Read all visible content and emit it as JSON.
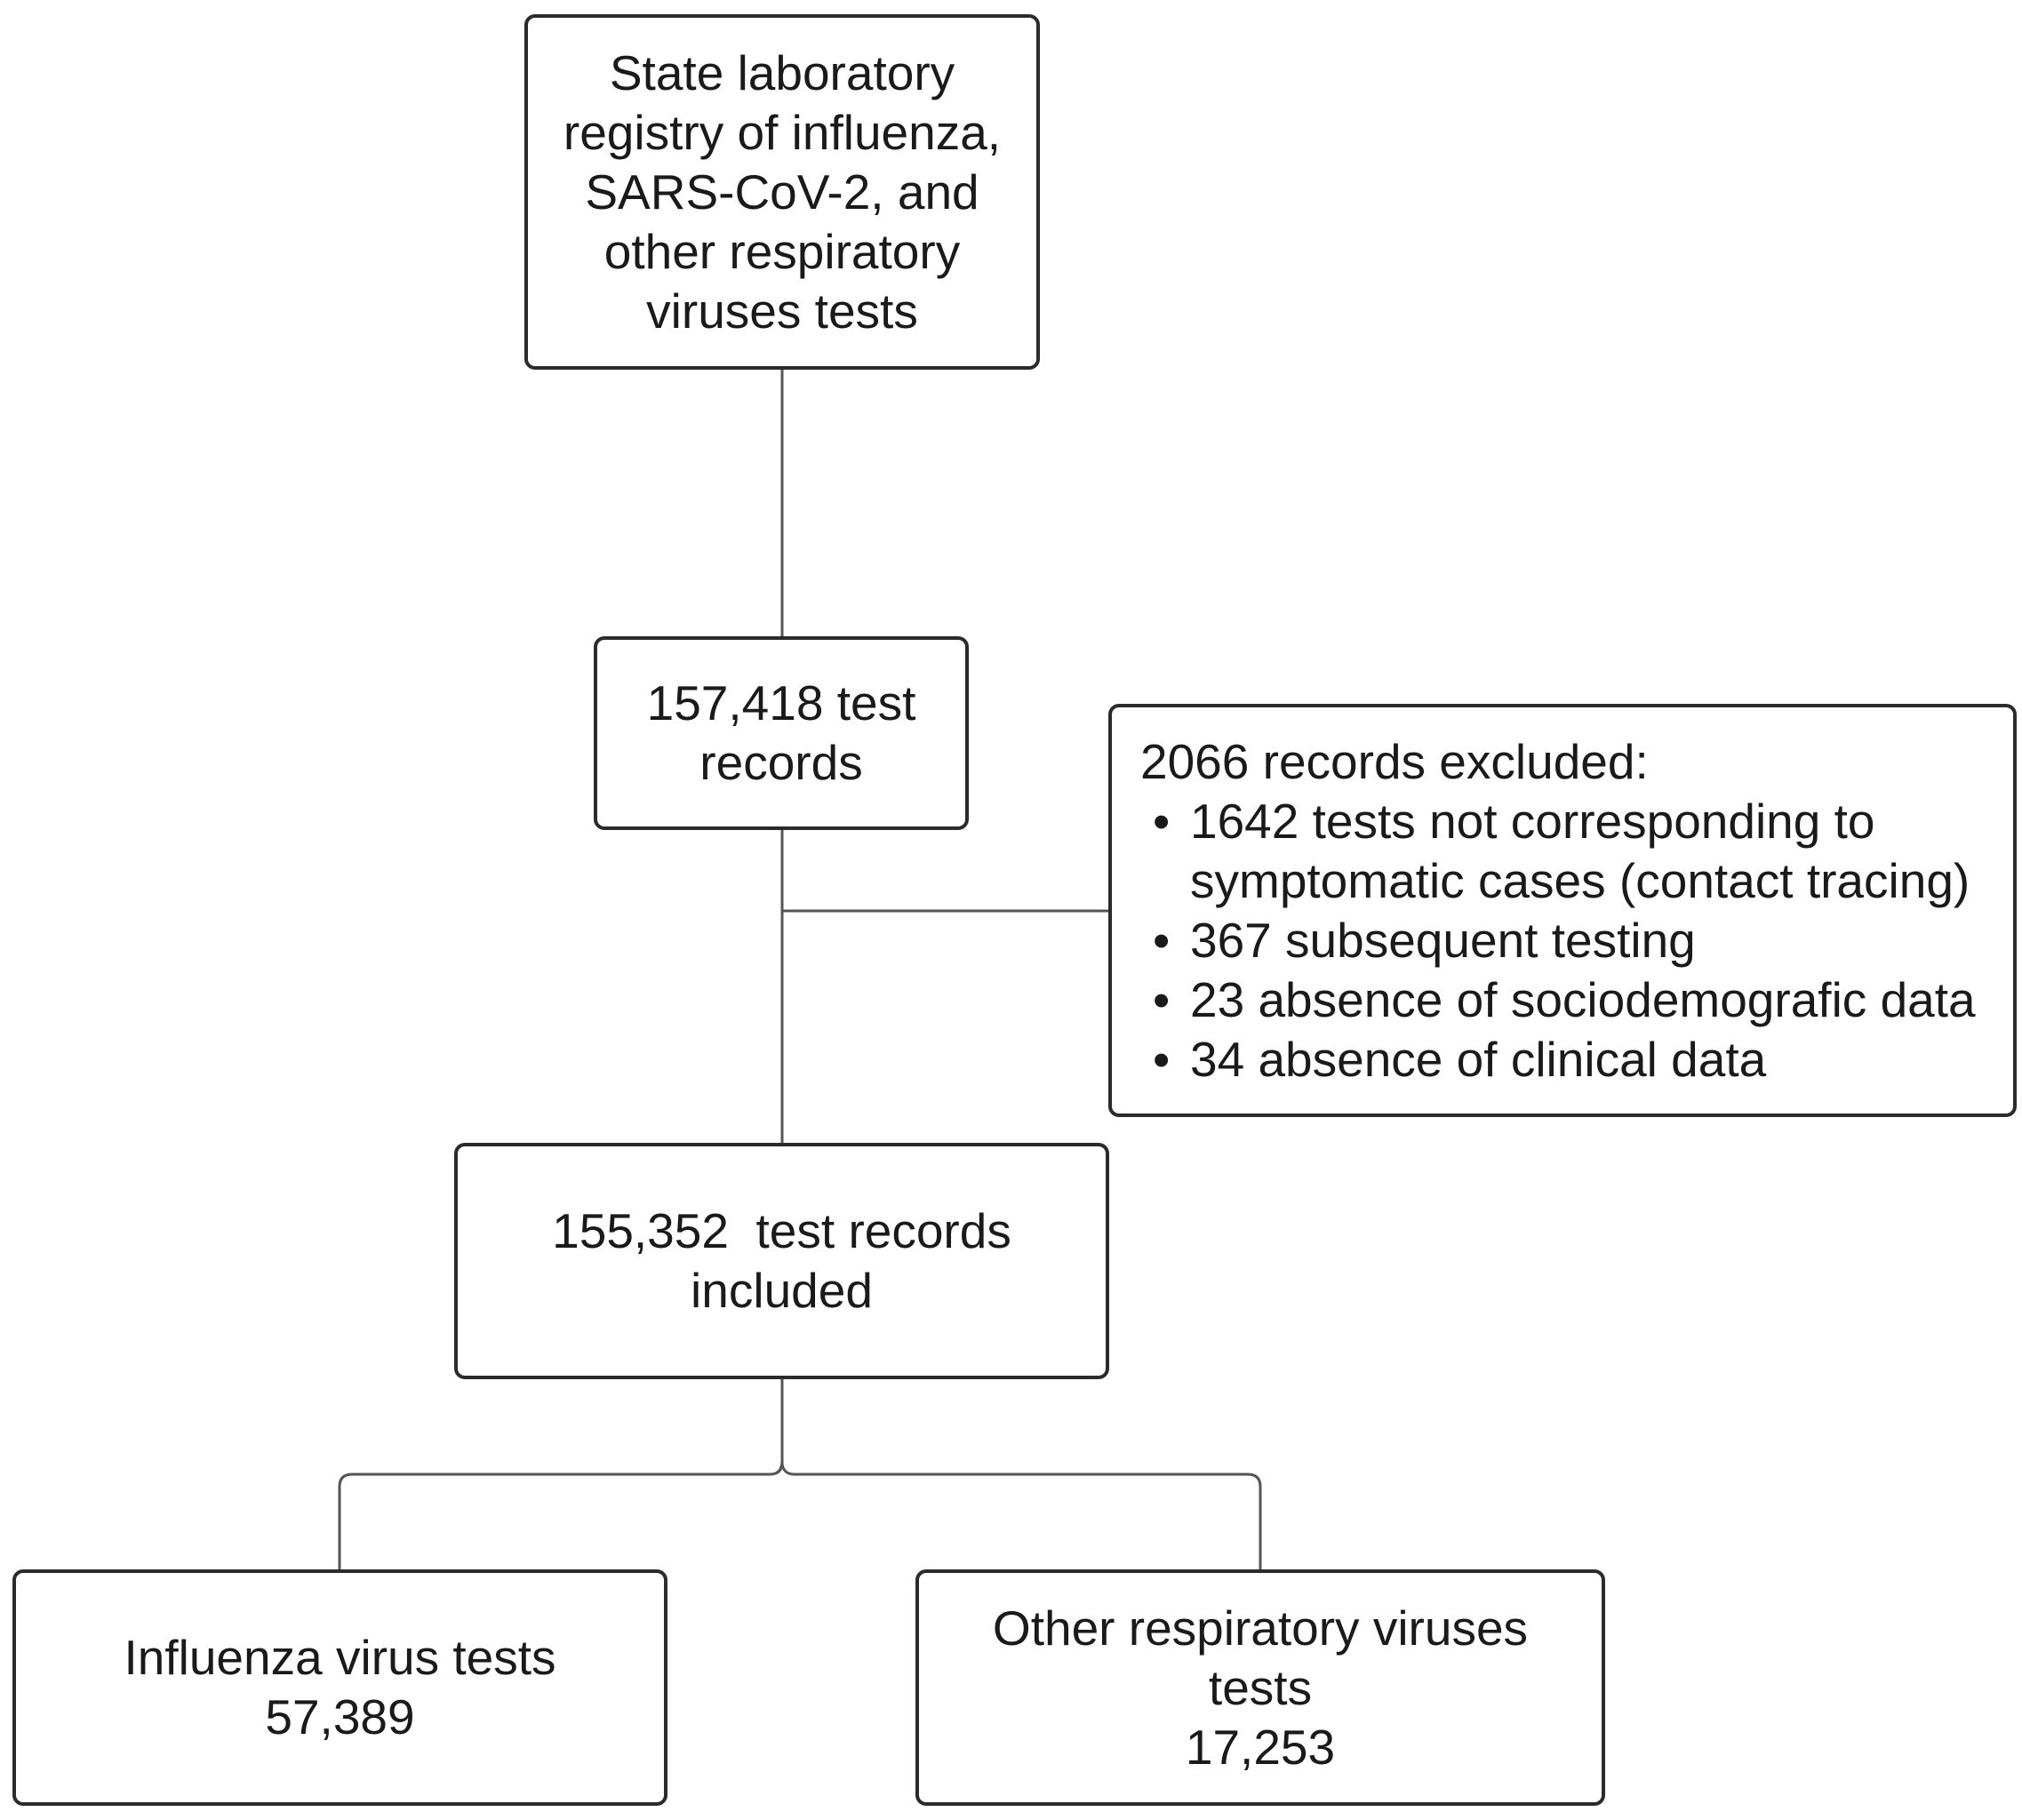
{
  "diagram": {
    "type": "flowchart",
    "source_box": {
      "lines": [
        "State laboratory",
        "registry of influenza,",
        "SARS-CoV-2, and",
        "other respiratory",
        "viruses tests"
      ]
    },
    "records_box": {
      "lines": [
        "157,418 test",
        "records"
      ]
    },
    "excluded_box": {
      "title": "2066 records excluded:",
      "items": [
        {
          "lines": [
            "1642 tests not corresponding to",
            "symptomatic cases (contact tracing)"
          ]
        },
        {
          "lines": [
            "367 subsequent testing"
          ]
        },
        {
          "lines": [
            "23 absence of sociodemografic data"
          ]
        },
        {
          "lines": [
            "34 absence of clinical data"
          ]
        }
      ]
    },
    "included_box": {
      "lines": [
        "155,352  test records",
        "included"
      ]
    },
    "influenza_box": {
      "lines": [
        "Influenza virus tests",
        "57,389"
      ]
    },
    "other_box": {
      "lines": [
        "Other respiratory viruses",
        "tests",
        "17,253"
      ]
    },
    "line_color": "#555555",
    "border_color": "#2b2b2b"
  }
}
